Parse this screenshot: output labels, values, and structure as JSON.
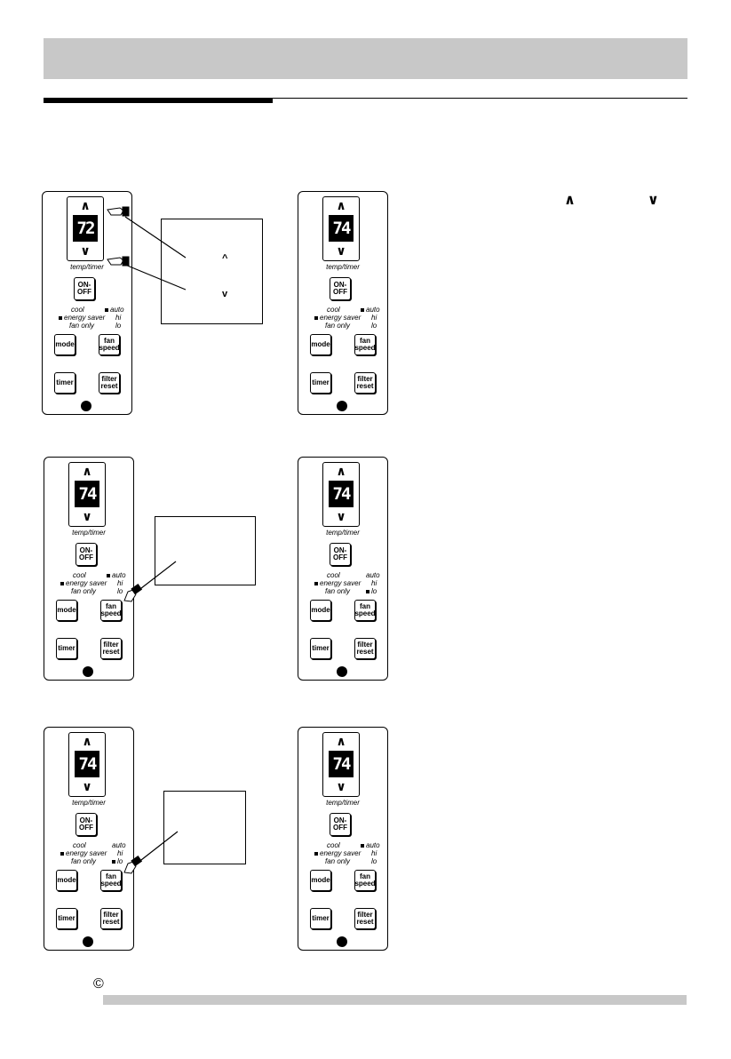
{
  "body_text": {
    "up_arrow": "∧",
    "down_arrow": "∨"
  },
  "footer": {
    "copyright_symbol": "©"
  },
  "callout_symbols": {
    "up": "^",
    "down": "v"
  },
  "remotes": [
    {
      "display": "72",
      "temp_timer": "temp/timer",
      "on_off": "ON-\nOFF",
      "indicators": {
        "cool": false,
        "energy_saver": true,
        "fan_only": false,
        "auto": true,
        "hi": false,
        "lo": false
      }
    },
    {
      "display": "74",
      "temp_timer": "temp/timer",
      "on_off": "ON-\nOFF",
      "indicators": {
        "cool": false,
        "energy_saver": true,
        "fan_only": false,
        "auto": true,
        "hi": false,
        "lo": false
      }
    },
    {
      "display": "74",
      "temp_timer": "temp/timer",
      "on_off": "ON-\nOFF",
      "indicators": {
        "cool": false,
        "energy_saver": true,
        "fan_only": false,
        "auto": true,
        "hi": false,
        "lo": false
      }
    },
    {
      "display": "74",
      "temp_timer": "temp/timer",
      "on_off": "ON-\nOFF",
      "indicators": {
        "cool": false,
        "energy_saver": true,
        "fan_only": false,
        "auto": false,
        "hi": false,
        "lo": true
      }
    },
    {
      "display": "74",
      "temp_timer": "temp/timer",
      "on_off": "ON-\nOFF",
      "indicators": {
        "cool": false,
        "energy_saver": true,
        "fan_only": false,
        "auto": false,
        "hi": false,
        "lo": true
      }
    },
    {
      "display": "74",
      "temp_timer": "temp/timer",
      "on_off": "ON-\nOFF",
      "indicators": {
        "cool": false,
        "energy_saver": true,
        "fan_only": false,
        "auto": true,
        "hi": false,
        "lo": false
      }
    }
  ],
  "labels": {
    "cool": "cool",
    "energy_saver": "energy saver",
    "fan_only": "fan only",
    "auto": "auto",
    "hi": "hi",
    "lo": "lo",
    "mode": "mode",
    "fan_speed": "fan\nspeed",
    "timer": "timer",
    "filter_reset": "filter\nreset"
  }
}
